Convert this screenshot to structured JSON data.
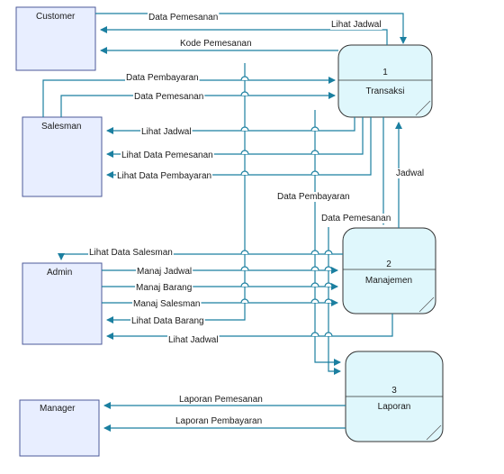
{
  "colors": {
    "flow": "#1b7fa0",
    "entity_border": "#4d5a9a",
    "entity_fill": "#e8eeff",
    "process_fill": "#dff7fc",
    "process_border": "#333333"
  },
  "entities": {
    "customer": "Customer",
    "salesman": "Salesman",
    "admin": "Admin",
    "manager": "Manager"
  },
  "processes": {
    "p1": {
      "number": "1",
      "name": "Transaksi"
    },
    "p2": {
      "number": "2",
      "name": "Manajemen"
    },
    "p3": {
      "number": "3",
      "name": "Laporan"
    }
  },
  "flows": {
    "cust_data_pemesanan": "Data Pemesanan",
    "lihat_jadwal_cust": "Lihat Jadwal",
    "kode_pemesanan": "Kode Pemesanan",
    "data_pembayaran_sales": "Data Pembayaran",
    "data_pemesanan_sales": "Data Pemesanan",
    "lihat_jadwal_sales": "Lihat Jadwal",
    "lihat_data_pemesanan": "Lihat Data Pemesanan",
    "lihat_data_pembayaran": "Lihat Data Pembayaran",
    "jadwal": "Jadwal",
    "data_pembayaran_p3": "Data Pembayaran",
    "data_pemesanan_p3": "Data Pemesanan",
    "lihat_data_salesman": "Lihat Data Salesman",
    "manaj_jadwal": "Manaj Jadwal",
    "manaj_barang": "Manaj Barang",
    "manaj_salesman": "Manaj Salesman",
    "lihat_data_barang": "Lihat Data Barang",
    "lihat_jadwal_admin": "Lihat Jadwal",
    "laporan_pemesanan": "Laporan Pemesanan",
    "laporan_pembayaran": "Laporan Pembayaran"
  }
}
